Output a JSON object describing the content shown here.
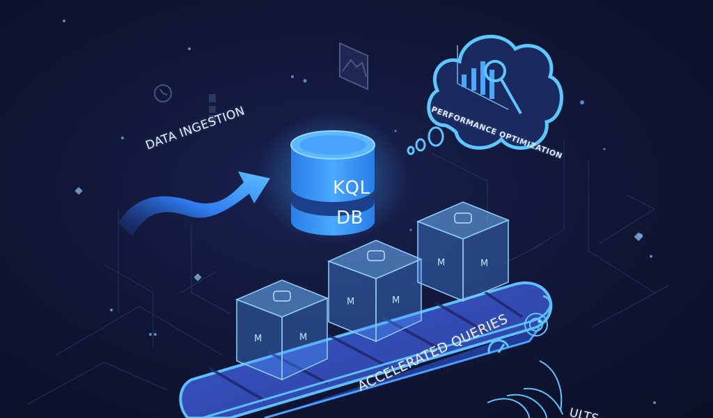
{
  "scene": {
    "title": "KQL DB Performance Illustration",
    "background_color": "#111738",
    "accent_color": "#4aa3ff",
    "glow_color": "#5cc8ff"
  },
  "labels": {
    "data_ingestion": "DATA INGESTION",
    "performance_optimization": "PERFORMANCE OPTIMIZATION",
    "database_top": "KQL",
    "database_bottom": "DB",
    "accelerated_queries": "ACCELERATED QUERIES",
    "results": "ULTS"
  },
  "icons": {
    "database": "database-cylinder-icon",
    "cloud": "thought-cloud-icon",
    "bar_chart": "bar-chart-icon",
    "magnifier": "magnifying-glass-icon",
    "arrow": "curved-arrow-icon",
    "gauge": "speedometer-icon",
    "cube_badge": "M",
    "clock": "clock-icon",
    "image": "image-icon"
  },
  "cubes": [
    {
      "id": 1,
      "badge": "M"
    },
    {
      "id": 2,
      "badge": "M"
    },
    {
      "id": 3,
      "badge": "M"
    }
  ]
}
